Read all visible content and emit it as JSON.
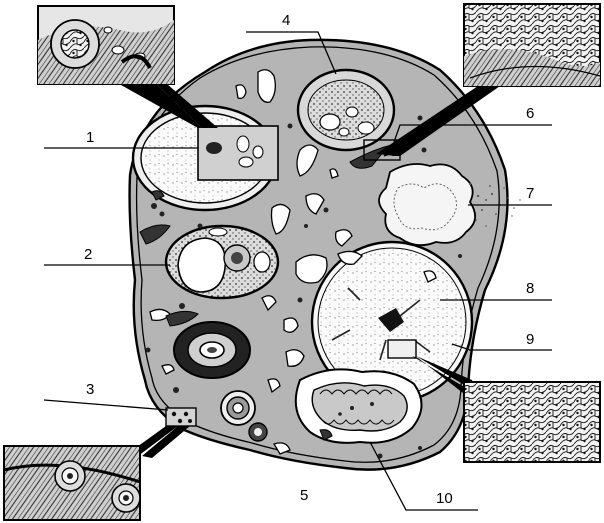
{
  "diagram": {
    "labels": {
      "l1": "1",
      "l2": "2",
      "l3": "3",
      "l4": "4",
      "l5": "5",
      "l6": "6",
      "l7": "7",
      "l8": "8",
      "l9": "9",
      "l10": "10"
    },
    "colors": {
      "stroma": "#b5b5b5",
      "outline": "#000000",
      "vessel": "#ffffff",
      "dark_body": "#2a2a2a",
      "follicle_cells": "#d8d8d8"
    }
  }
}
